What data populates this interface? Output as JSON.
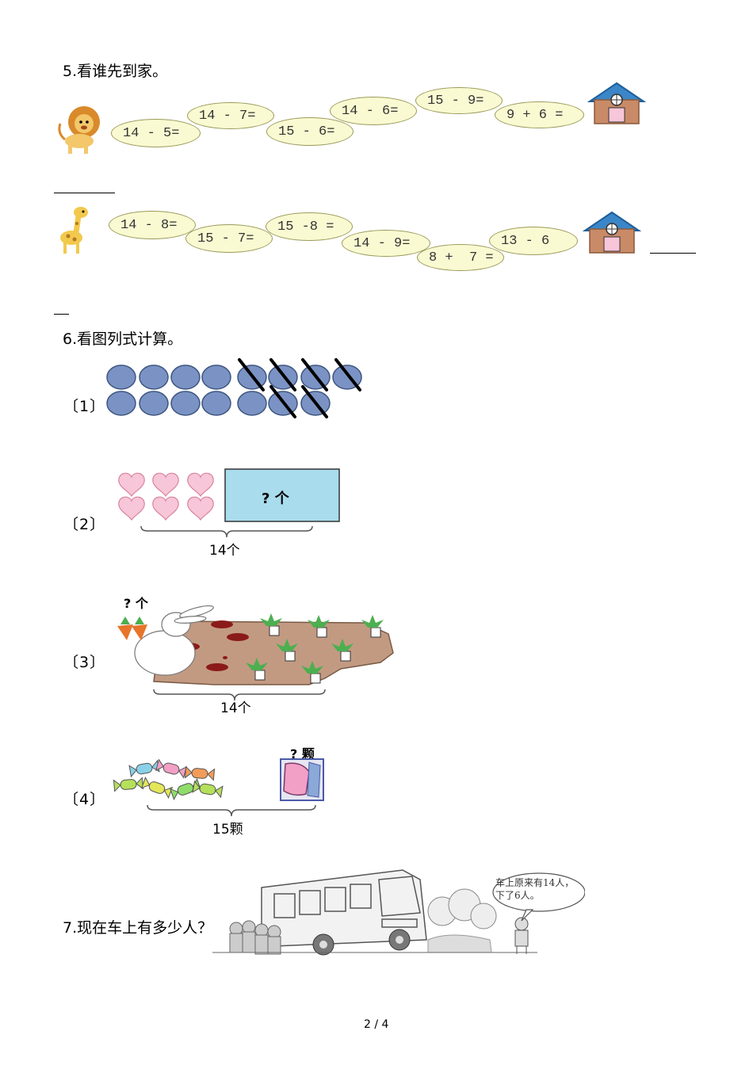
{
  "q5": {
    "title": "5.看谁先到家。",
    "row1": [
      "14 - 5=",
      "14 - 7=",
      "15 - 6=",
      "14 - 6=",
      "15 - 9=",
      "9 + 6 ="
    ],
    "row2": [
      "14 - 8=",
      "15 - 7=",
      "15 -8 =",
      "14 - 9=",
      "8 +  7 =",
      "13 - 6"
    ]
  },
  "q6": {
    "title": "6.看图列式计算。",
    "p1": "〔1〕",
    "p2": "〔2〕",
    "p3": "〔3〕",
    "p4": "〔4〕",
    "box_label": "? 个",
    "total2": "14个",
    "q3_label": "? 个",
    "total3": "14个",
    "q4_label": "? 颗",
    "total4": "15颗"
  },
  "q7": {
    "title": "7.现在车上有多少人？",
    "speech_line1": "车上原来有14人，",
    "speech_line2": "下了6人。"
  },
  "footer": {
    "page": "2 / 4"
  },
  "colors": {
    "oval_fill": "#fafad2",
    "ellipse_blue": "#7b93c4",
    "heart_pink": "#f7c6d8",
    "box_blue": "#a9dcec",
    "soil": "#c29a82"
  }
}
